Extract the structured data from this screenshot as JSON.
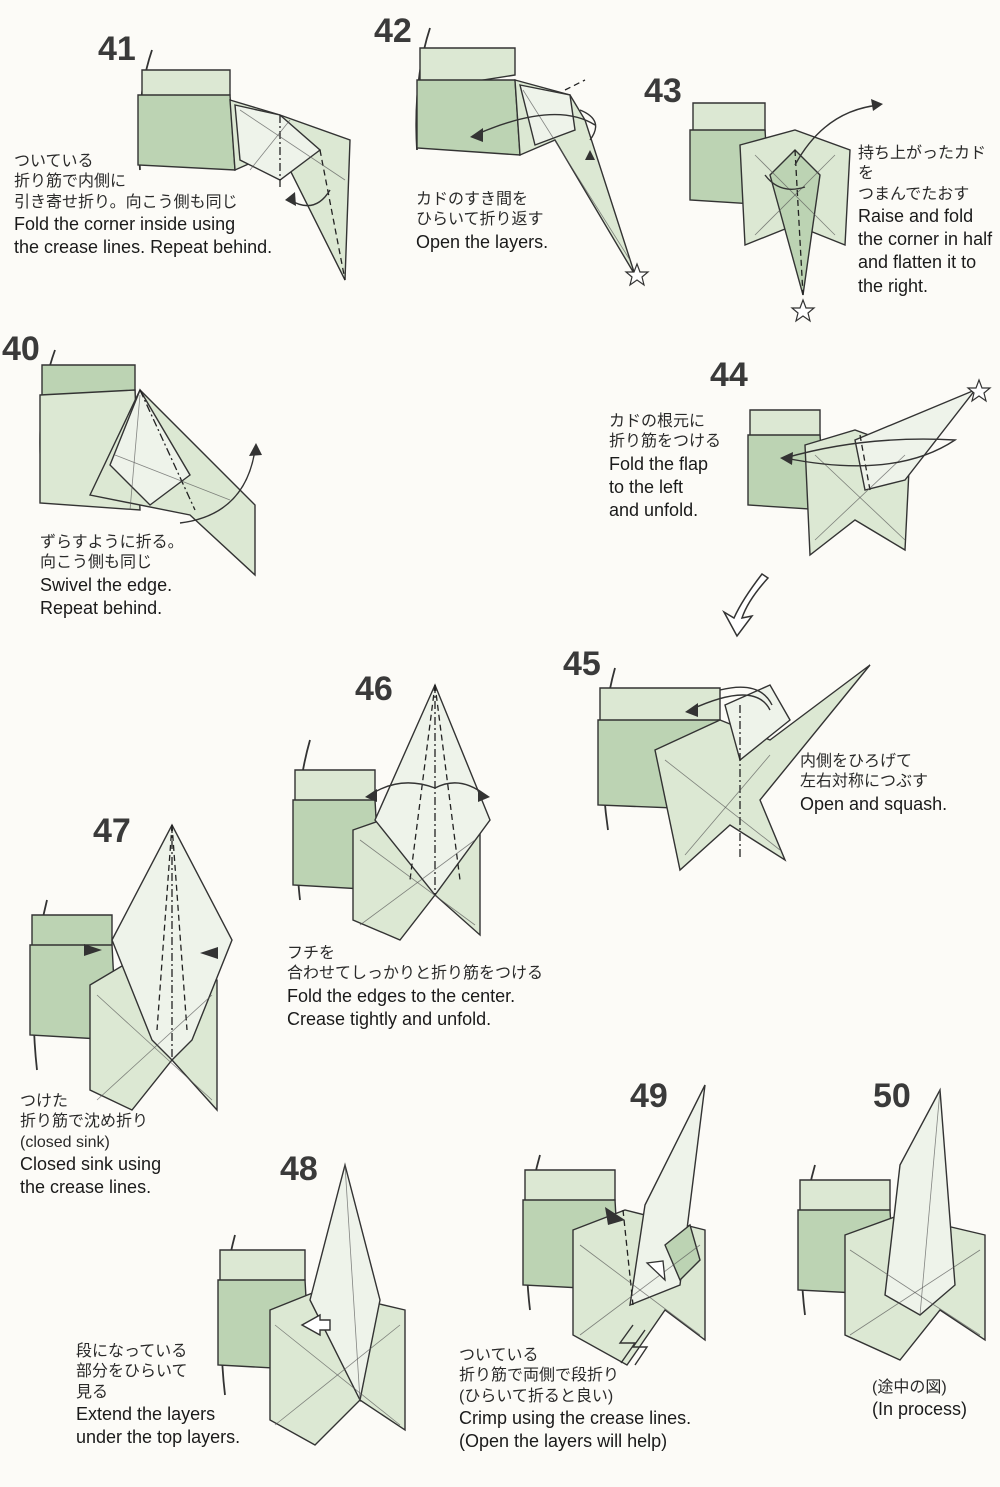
{
  "steps": [
    {
      "number": "41",
      "jp_lines": [
        "ついている",
        "折り筋で内側に",
        "引き寄せ折り。向こう側も同じ"
      ],
      "en_lines": [
        "Fold the corner inside using",
        "the crease lines. Repeat behind."
      ]
    },
    {
      "number": "42",
      "jp_lines": [
        "カドのすき間を",
        "ひらいて折り返す"
      ],
      "en_lines": [
        "Open the layers."
      ]
    },
    {
      "number": "43",
      "jp_lines": [
        "持ち上がったカドを",
        "つまんでたおす"
      ],
      "en_lines": [
        "Raise and fold",
        "the corner in half",
        "and flatten it to",
        "the right."
      ]
    },
    {
      "number": "40",
      "jp_lines": [
        "ずらすように折る。",
        "向こう側も同じ"
      ],
      "en_lines": [
        "Swivel the edge.",
        "Repeat behind."
      ]
    },
    {
      "number": "44",
      "jp_lines": [
        "カドの根元に",
        "折り筋をつける"
      ],
      "en_lines": [
        "Fold the flap",
        "to the left",
        "and unfold."
      ]
    },
    {
      "number": "45",
      "jp_lines": [
        "内側をひろげて",
        "左右対称につぶす"
      ],
      "en_lines": [
        "Open and squash."
      ]
    },
    {
      "number": "46",
      "jp_lines": [
        "フチを",
        "合わせてしっかりと折り筋をつける"
      ],
      "en_lines": [
        "Fold the edges to the center.",
        "Crease tightly and unfold."
      ]
    },
    {
      "number": "47",
      "jp_lines": [
        "つけた",
        "折り筋で沈め折り",
        "(closed sink)"
      ],
      "en_lines": [
        "Closed sink using",
        "the crease lines."
      ]
    },
    {
      "number": "48",
      "jp_lines": [
        "段になっている",
        "部分をひらいて",
        "見る"
      ],
      "en_lines": [
        "Extend the layers",
        "under the top layers."
      ]
    },
    {
      "number": "49",
      "jp_lines": [
        "ついている",
        "折り筋で両側で段折り",
        "(ひらいて折ると良い)"
      ],
      "en_lines": [
        "Crimp using the crease lines.",
        "(Open the layers will help)"
      ]
    },
    {
      "number": "50",
      "jp_lines": [
        "(途中の図)"
      ],
      "en_lines": [
        "(In process)"
      ]
    }
  ],
  "colors": {
    "paper": "#dce8d3",
    "paper_dark": "#bcd3b3",
    "line": "#333333",
    "background": "#fcfbf7"
  },
  "icons": [
    "star-icon",
    "fold-arrow-icon",
    "push-arrow-icon",
    "flow-arrow-icon"
  ]
}
